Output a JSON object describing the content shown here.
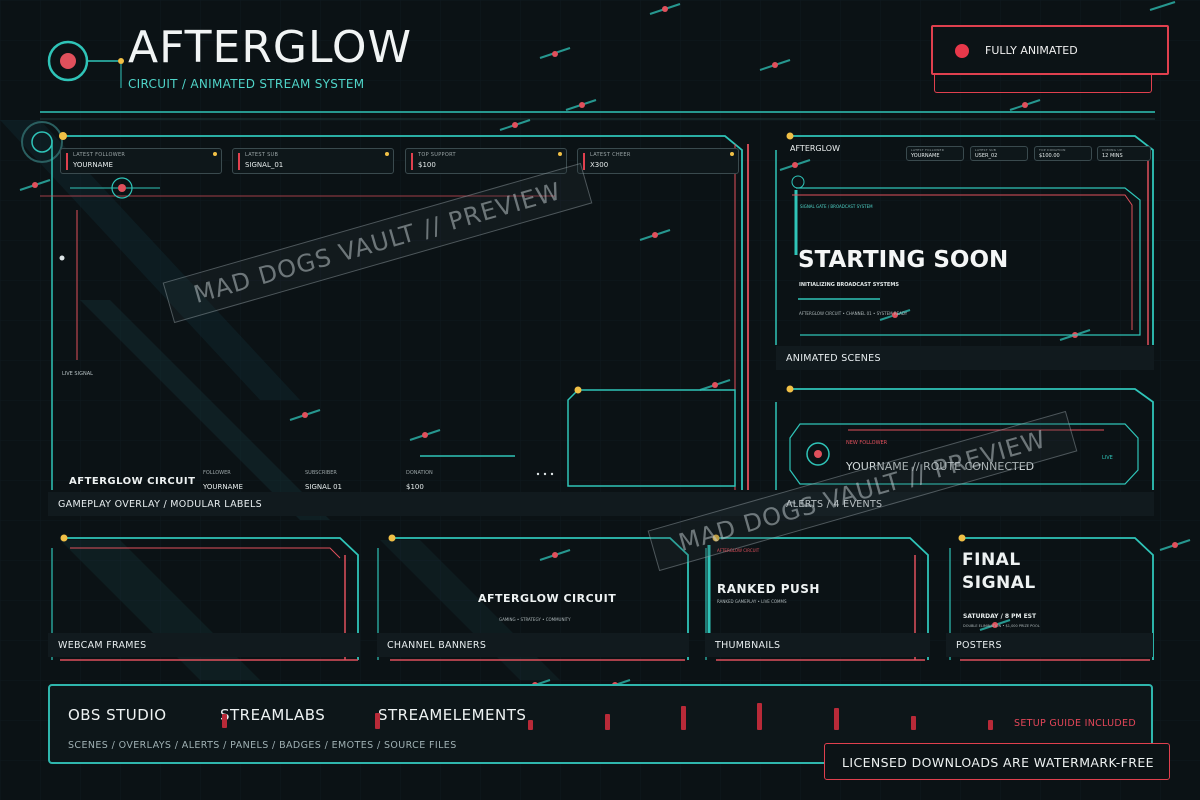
{
  "header": {
    "title": "AFTERGLOW",
    "subtitle": "CIRCUIT / ANIMATED STREAM SYSTEM",
    "badge_label": "FULLY ANIMATED"
  },
  "gameplay": {
    "stats": [
      {
        "key": "LATEST FOLLOWER",
        "value": "YOURNAME"
      },
      {
        "key": "LATEST SUB",
        "value": "SIGNAL_01"
      },
      {
        "key": "TOP SUPPORT",
        "value": "$100"
      },
      {
        "key": "LATEST CHEER",
        "value": "X300"
      }
    ],
    "live_label": "LIVE SIGNAL",
    "brand": "AFTERGLOW CIRCUIT",
    "info": [
      {
        "key": "FOLLOWER",
        "value": "YOURNAME"
      },
      {
        "key": "SUBSCRIBER",
        "value": "SIGNAL 01"
      },
      {
        "key": "DONATION",
        "value": "$100"
      }
    ],
    "caption": "GAMEPLAY OVERLAY / MODULAR LABELS"
  },
  "scenes": {
    "brand": "AFTERGLOW",
    "stats": [
      {
        "key": "LATEST FOLLOWER",
        "value": "YOURNAME"
      },
      {
        "key": "LATEST SUB",
        "value": "USER_02"
      },
      {
        "key": "TOP DONATION",
        "value": "$100.00"
      },
      {
        "key": "COMING UP",
        "value": "12 MINS"
      }
    ],
    "kicker": "SIGNAL GATE / BROADCAST SYSTEM",
    "headline": "STARTING SOON",
    "tagline": "INITIALIZING BROADCAST SYSTEMS",
    "footer": "AFTERGLOW CIRCUIT • CHANNEL 01 • SYSTEM READY",
    "caption": "ANIMATED SCENES"
  },
  "alerts": {
    "kicker": "NEW FOLLOWER",
    "message": "YOURNAME // ROUTE CONNECTED",
    "live": "LIVE",
    "caption": "ALERTS / 4 EVENTS"
  },
  "cards": [
    {
      "caption": "WEBCAM FRAMES"
    },
    {
      "caption": "CHANNEL BANNERS",
      "title": "AFTERGLOW CIRCUIT",
      "sub": "GAMING • STRATEGY • COMMUNITY"
    },
    {
      "caption": "THUMBNAILS",
      "kicker": "AFTERGLOW CIRCUIT",
      "title": "RANKED PUSH",
      "sub": "RANKED GAMEPLAY • LIVE COMMS"
    },
    {
      "caption": "POSTERS",
      "title_line1": "FINAL",
      "title_line2": "SIGNAL",
      "date": "SATURDAY / 8 PM EST",
      "fine": "DOUBLE ELIMINATION • $1,000 PRIZE POOL"
    }
  ],
  "watermark": "MAD DOGS VAULT // PREVIEW",
  "software": [
    "OBS STUDIO",
    "STREAMLABS",
    "STREAMELEMENTS"
  ],
  "tags": "SCENES / OVERLAYS / ALERTS / PANELS / BADGES / EMOTES / SOURCE FILES",
  "setup": "SETUP GUIDE INCLUDED",
  "license": "LICENSED DOWNLOADS ARE WATERMARK-FREE",
  "colors": {
    "background": "#0b1215",
    "teal": "#2fc4b8",
    "coral": "#e0505c",
    "gold": "#f1c046"
  }
}
